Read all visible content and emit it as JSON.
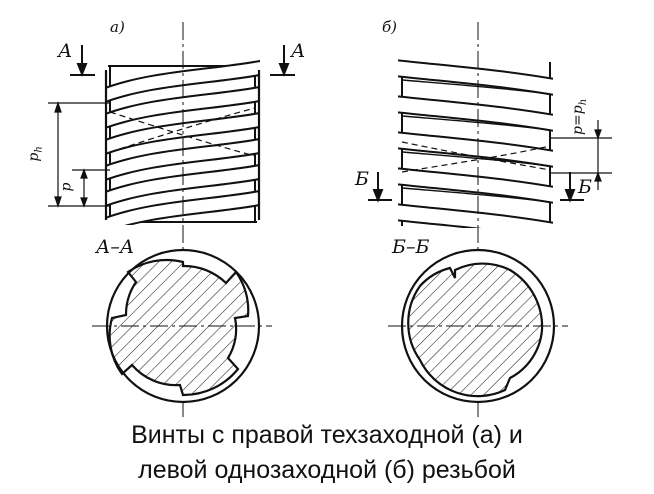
{
  "labels": {
    "fig_a": "а)",
    "fig_b": "б)",
    "section_a_mark": "А",
    "section_b_mark": "Б",
    "section_a_title": "А–А",
    "section_b_title": "Б–Б",
    "ph": "p",
    "ph_sub": "h",
    "p": "p",
    "p_eq_ph": "p=p",
    "p_eq_ph_sub": "h"
  },
  "caption": {
    "line1": "Винты с правой техзаходной (а) и",
    "line2": "левой однозаходной (б) резьбой"
  }
}
